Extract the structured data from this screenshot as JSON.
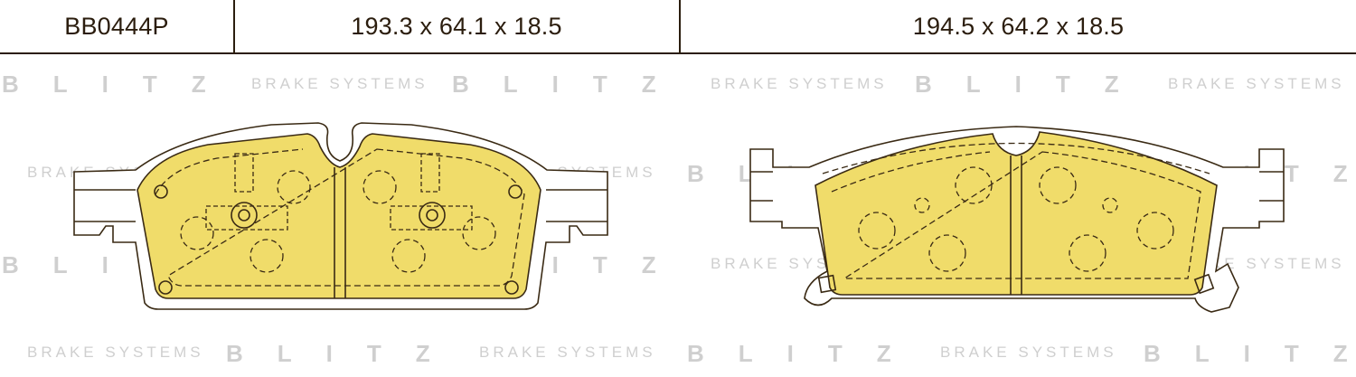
{
  "header": {
    "part_number": "BB0444P",
    "dimensions_left": "193.3 x 64.1 x 18.5",
    "dimensions_right": "194.5 x 64.2 x 18.5"
  },
  "watermark": {
    "logo": "BLITZ",
    "subtitle": "BRAKE SYSTEMS"
  },
  "colors": {
    "pad_fill": "#f0dc6a",
    "outline": "#3a2a14",
    "watermark": "#cfcfcf"
  }
}
